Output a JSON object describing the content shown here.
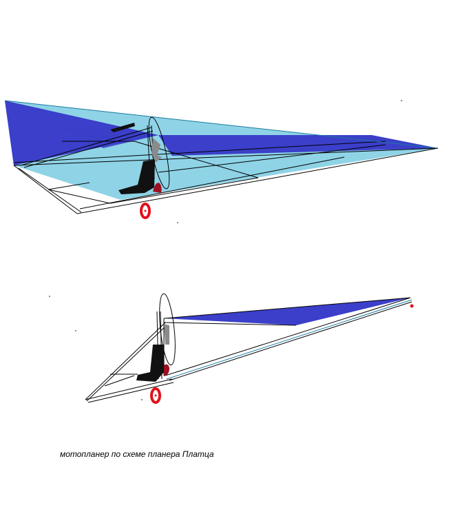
{
  "caption": "мотопланер  по схеме планера Платца",
  "colors": {
    "light_sail": "#8fd3e6",
    "dark_sail": "#3b3fc9",
    "frame": "#000000",
    "wheel": "#e3101c",
    "engine": "#111111",
    "propeller_hub": "#8b8b8b",
    "tank": "#9e1020"
  },
  "views": [
    {
      "name": "perspective-view"
    },
    {
      "name": "side-view"
    }
  ]
}
